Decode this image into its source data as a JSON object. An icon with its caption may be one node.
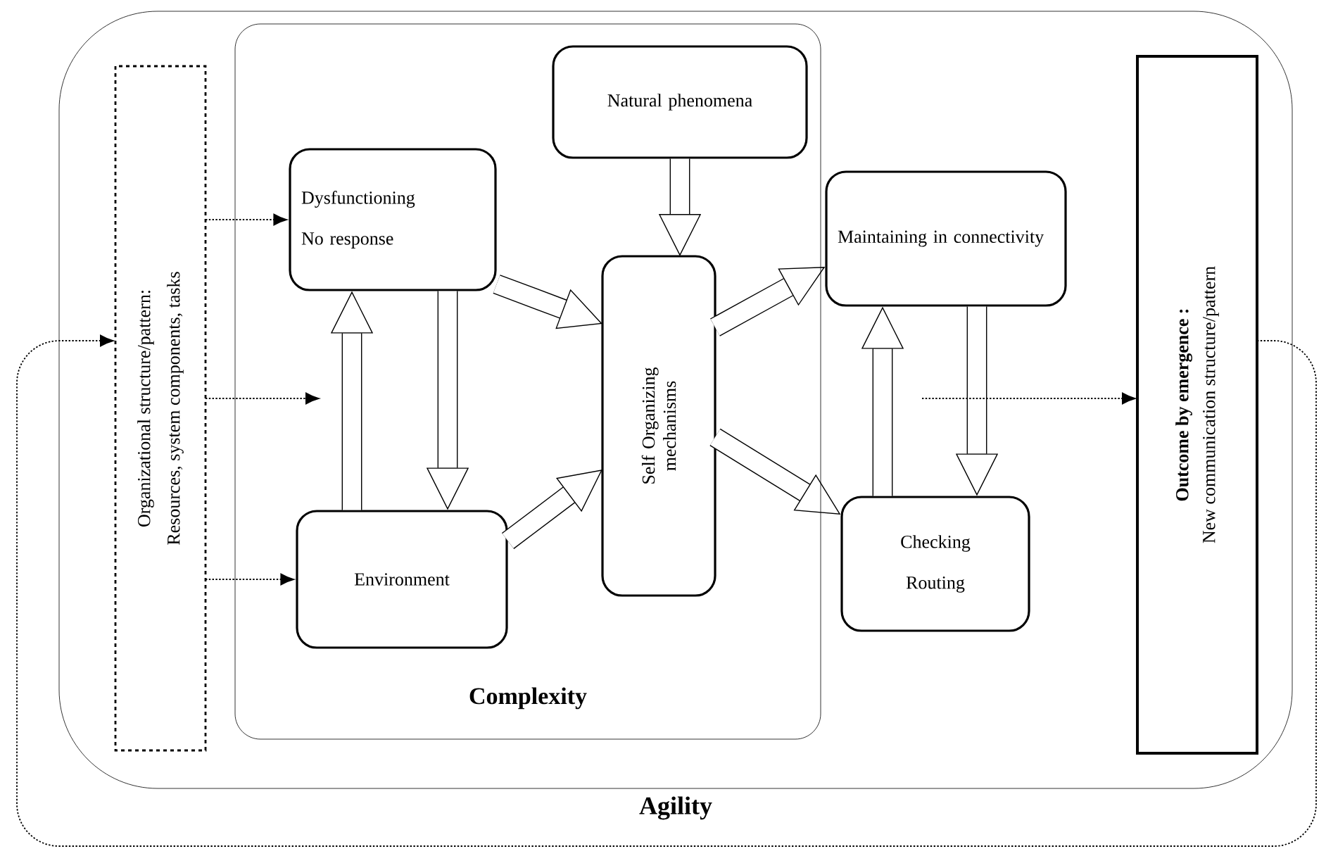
{
  "diagram": {
    "nodes": [
      {
        "text": [
          "Agility"
        ]
      },
      {
        "text": [
          "Organizational structure/pattern:",
          "Resources, system components, tasks"
        ],
        "in": 0
      },
      {
        "text": [
          "Complexity"
        ],
        "in": 0
      },
      {
        "text": [
          "Natural phenomena"
        ],
        "in": 2
      },
      {
        "text": [
          "Dysfunctioning",
          "No response"
        ],
        "in": 2
      },
      {
        "text": [
          "Environment"
        ],
        "in": 2
      },
      {
        "text": [
          "Self Organizing mechanisms"
        ],
        "in": 2
      },
      {
        "text": [
          "Maintaining in connectivity"
        ],
        "in": 0
      },
      {
        "text": [
          "Checking",
          "Routing"
        ],
        "in": 0
      },
      {
        "text": [
          "Outcome by emergence :",
          "New communication structure/pattern"
        ],
        "in": 0
      }
    ],
    "edges": [
      {
        "from": 1,
        "to": 4,
        "arrow": "to",
        "style": "dashed"
      },
      {
        "from": 1,
        "to": null,
        "arrow": "to",
        "style": "dashed"
      },
      {
        "from": 1,
        "to": 5,
        "arrow": "to",
        "style": "dashed"
      },
      {
        "from": 5,
        "to": 4,
        "arrow": "to"
      },
      {
        "from": 4,
        "to": 5,
        "arrow": "to"
      },
      {
        "from": 3,
        "to": 6,
        "arrow": "to"
      },
      {
        "from": 4,
        "to": 6,
        "arrow": "to"
      },
      {
        "from": 5,
        "to": 6,
        "arrow": "to"
      },
      {
        "from": 6,
        "to": 7,
        "arrow": "to"
      },
      {
        "from": 6,
        "to": 8,
        "arrow": "to"
      },
      {
        "from": 8,
        "to": 7,
        "arrow": "to"
      },
      {
        "from": 7,
        "to": 8,
        "arrow": "to"
      },
      {
        "from": null,
        "to": 9,
        "arrow": "to",
        "style": "dashed"
      },
      {
        "from": 9,
        "to": 1,
        "arrow": "to",
        "style": "dashed"
      }
    ]
  }
}
